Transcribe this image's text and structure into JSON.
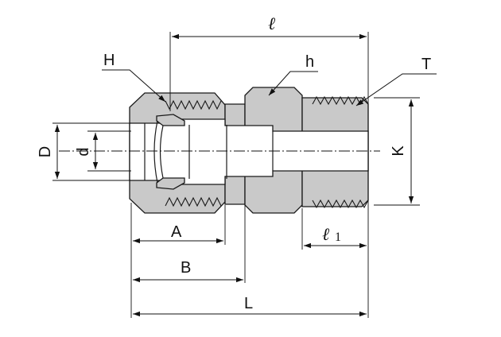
{
  "labels": {
    "H": "H",
    "h": "h",
    "T": "T",
    "ell": "ℓ",
    "ell1_main": "ℓ",
    "ell1_sub": "1",
    "D": "D",
    "d": "d",
    "K": "K",
    "A": "A",
    "B": "B",
    "L": "L"
  }
}
